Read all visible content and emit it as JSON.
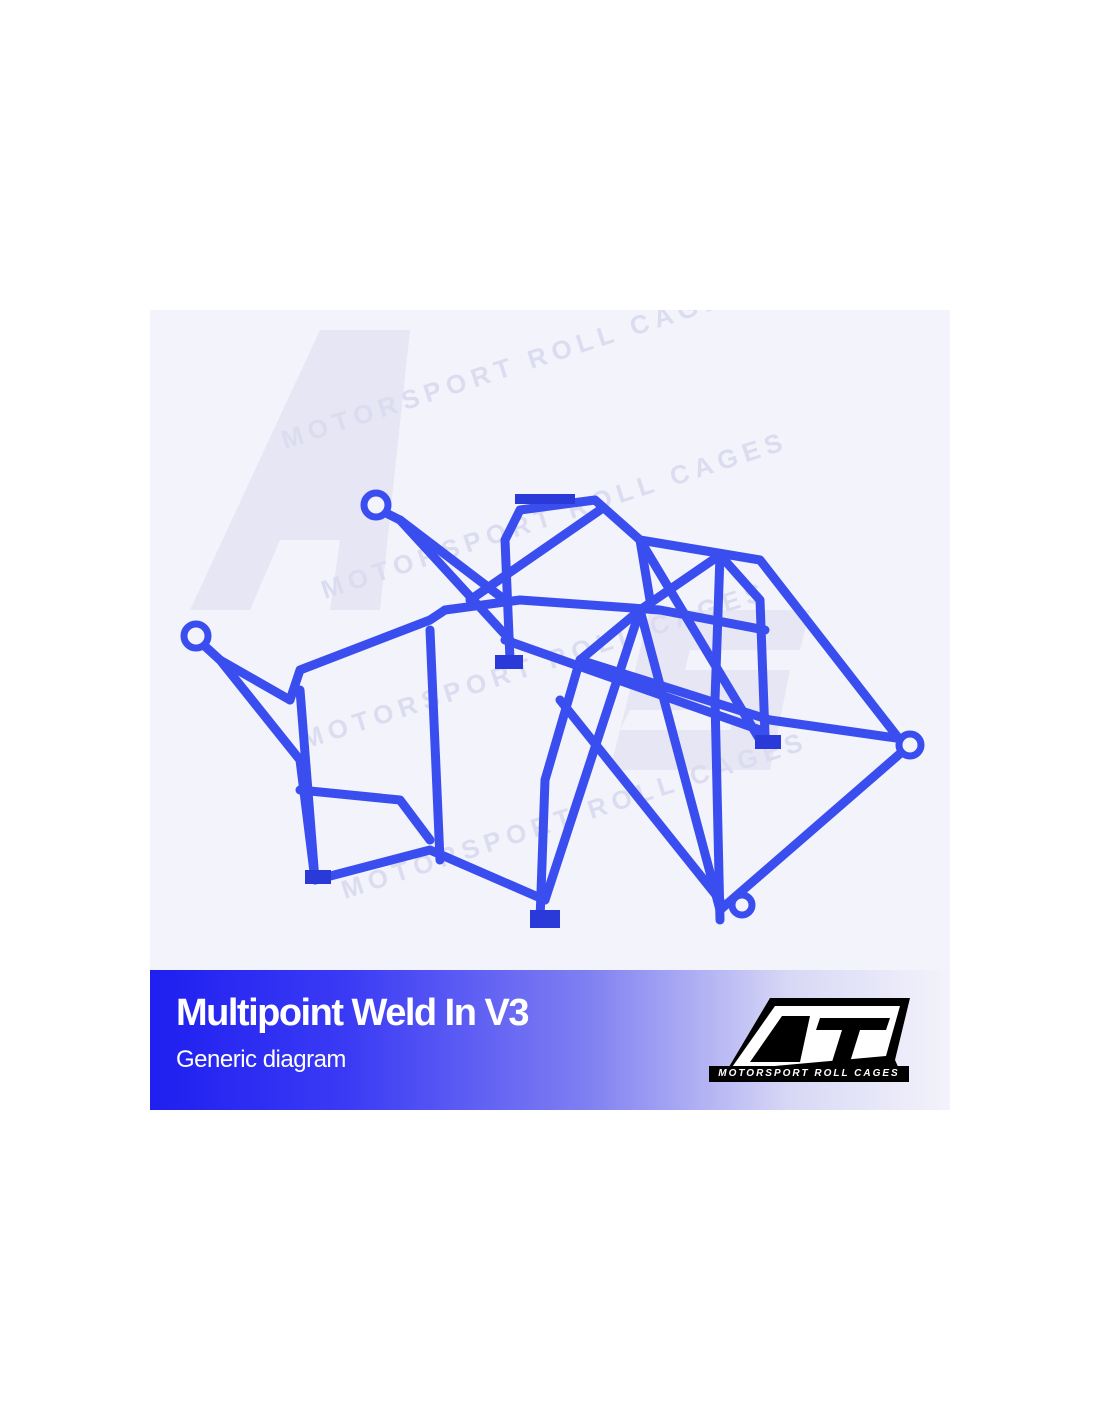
{
  "banner": {
    "title": "Multipoint Weld In V3",
    "subtitle": "Generic diagram"
  },
  "logo": {
    "brand": "AST",
    "tagline": "MOTORSPORT ROLL CAGES"
  },
  "watermark": {
    "text": "MOTORSPORT ROLL CAGES"
  },
  "colors": {
    "cage": "#3a4ef0",
    "banner_start": "#1f1ff0",
    "background": "#f3f3fb"
  }
}
